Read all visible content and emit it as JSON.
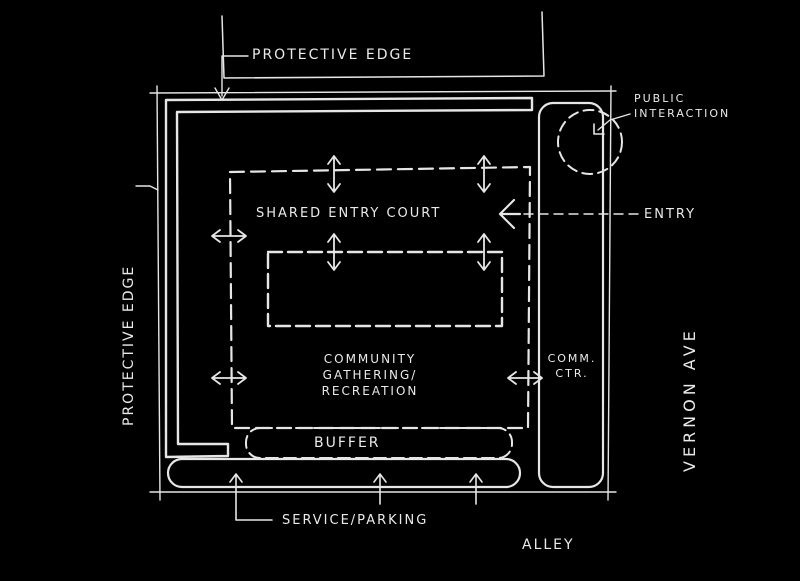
{
  "diagram": {
    "labels": {
      "protective_edge_top": "PROTECTIVE EDGE",
      "protective_edge_left": "PROTECTIVE EDGE",
      "public_interaction": "PUBLIC\nINTERACTION",
      "shared_entry_court": "SHARED ENTRY COURT",
      "entry": "ENTRY",
      "community_gathering": "COMMUNITY\nGATHERING/\nRECREATION",
      "comm_ctr": "COMM.\nCTR.",
      "buffer": "BUFFER",
      "service_parking": "SERVICE/PARKING",
      "alley": "ALLEY",
      "vernon_ave": "VERNON AVE"
    }
  }
}
